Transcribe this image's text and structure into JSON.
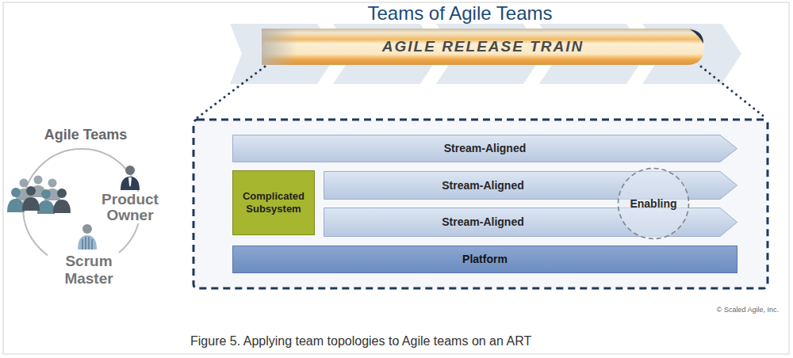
{
  "diagram": {
    "title": "Teams of Agile Teams",
    "caption": "Figure 5. Applying team topologies to Agile teams on an ART",
    "nodes": [
      {
        "text": [
          "AGILE RELEASE TRAIN"
        ]
      },
      {
        "text": [
          "Stream-Aligned"
        ]
      },
      {
        "text": [
          "Complicated Subsystem"
        ]
      },
      {
        "text": [
          "Stream-Aligned"
        ]
      },
      {
        "text": [
          "Stream-Aligned"
        ]
      },
      {
        "text": [
          "Enabling"
        ]
      },
      {
        "text": [
          "Platform"
        ]
      }
    ],
    "labels": [
      "Agile Teams",
      "Product Owner",
      "Scrum Master",
      "© Scaled Agile, Inc."
    ]
  }
}
